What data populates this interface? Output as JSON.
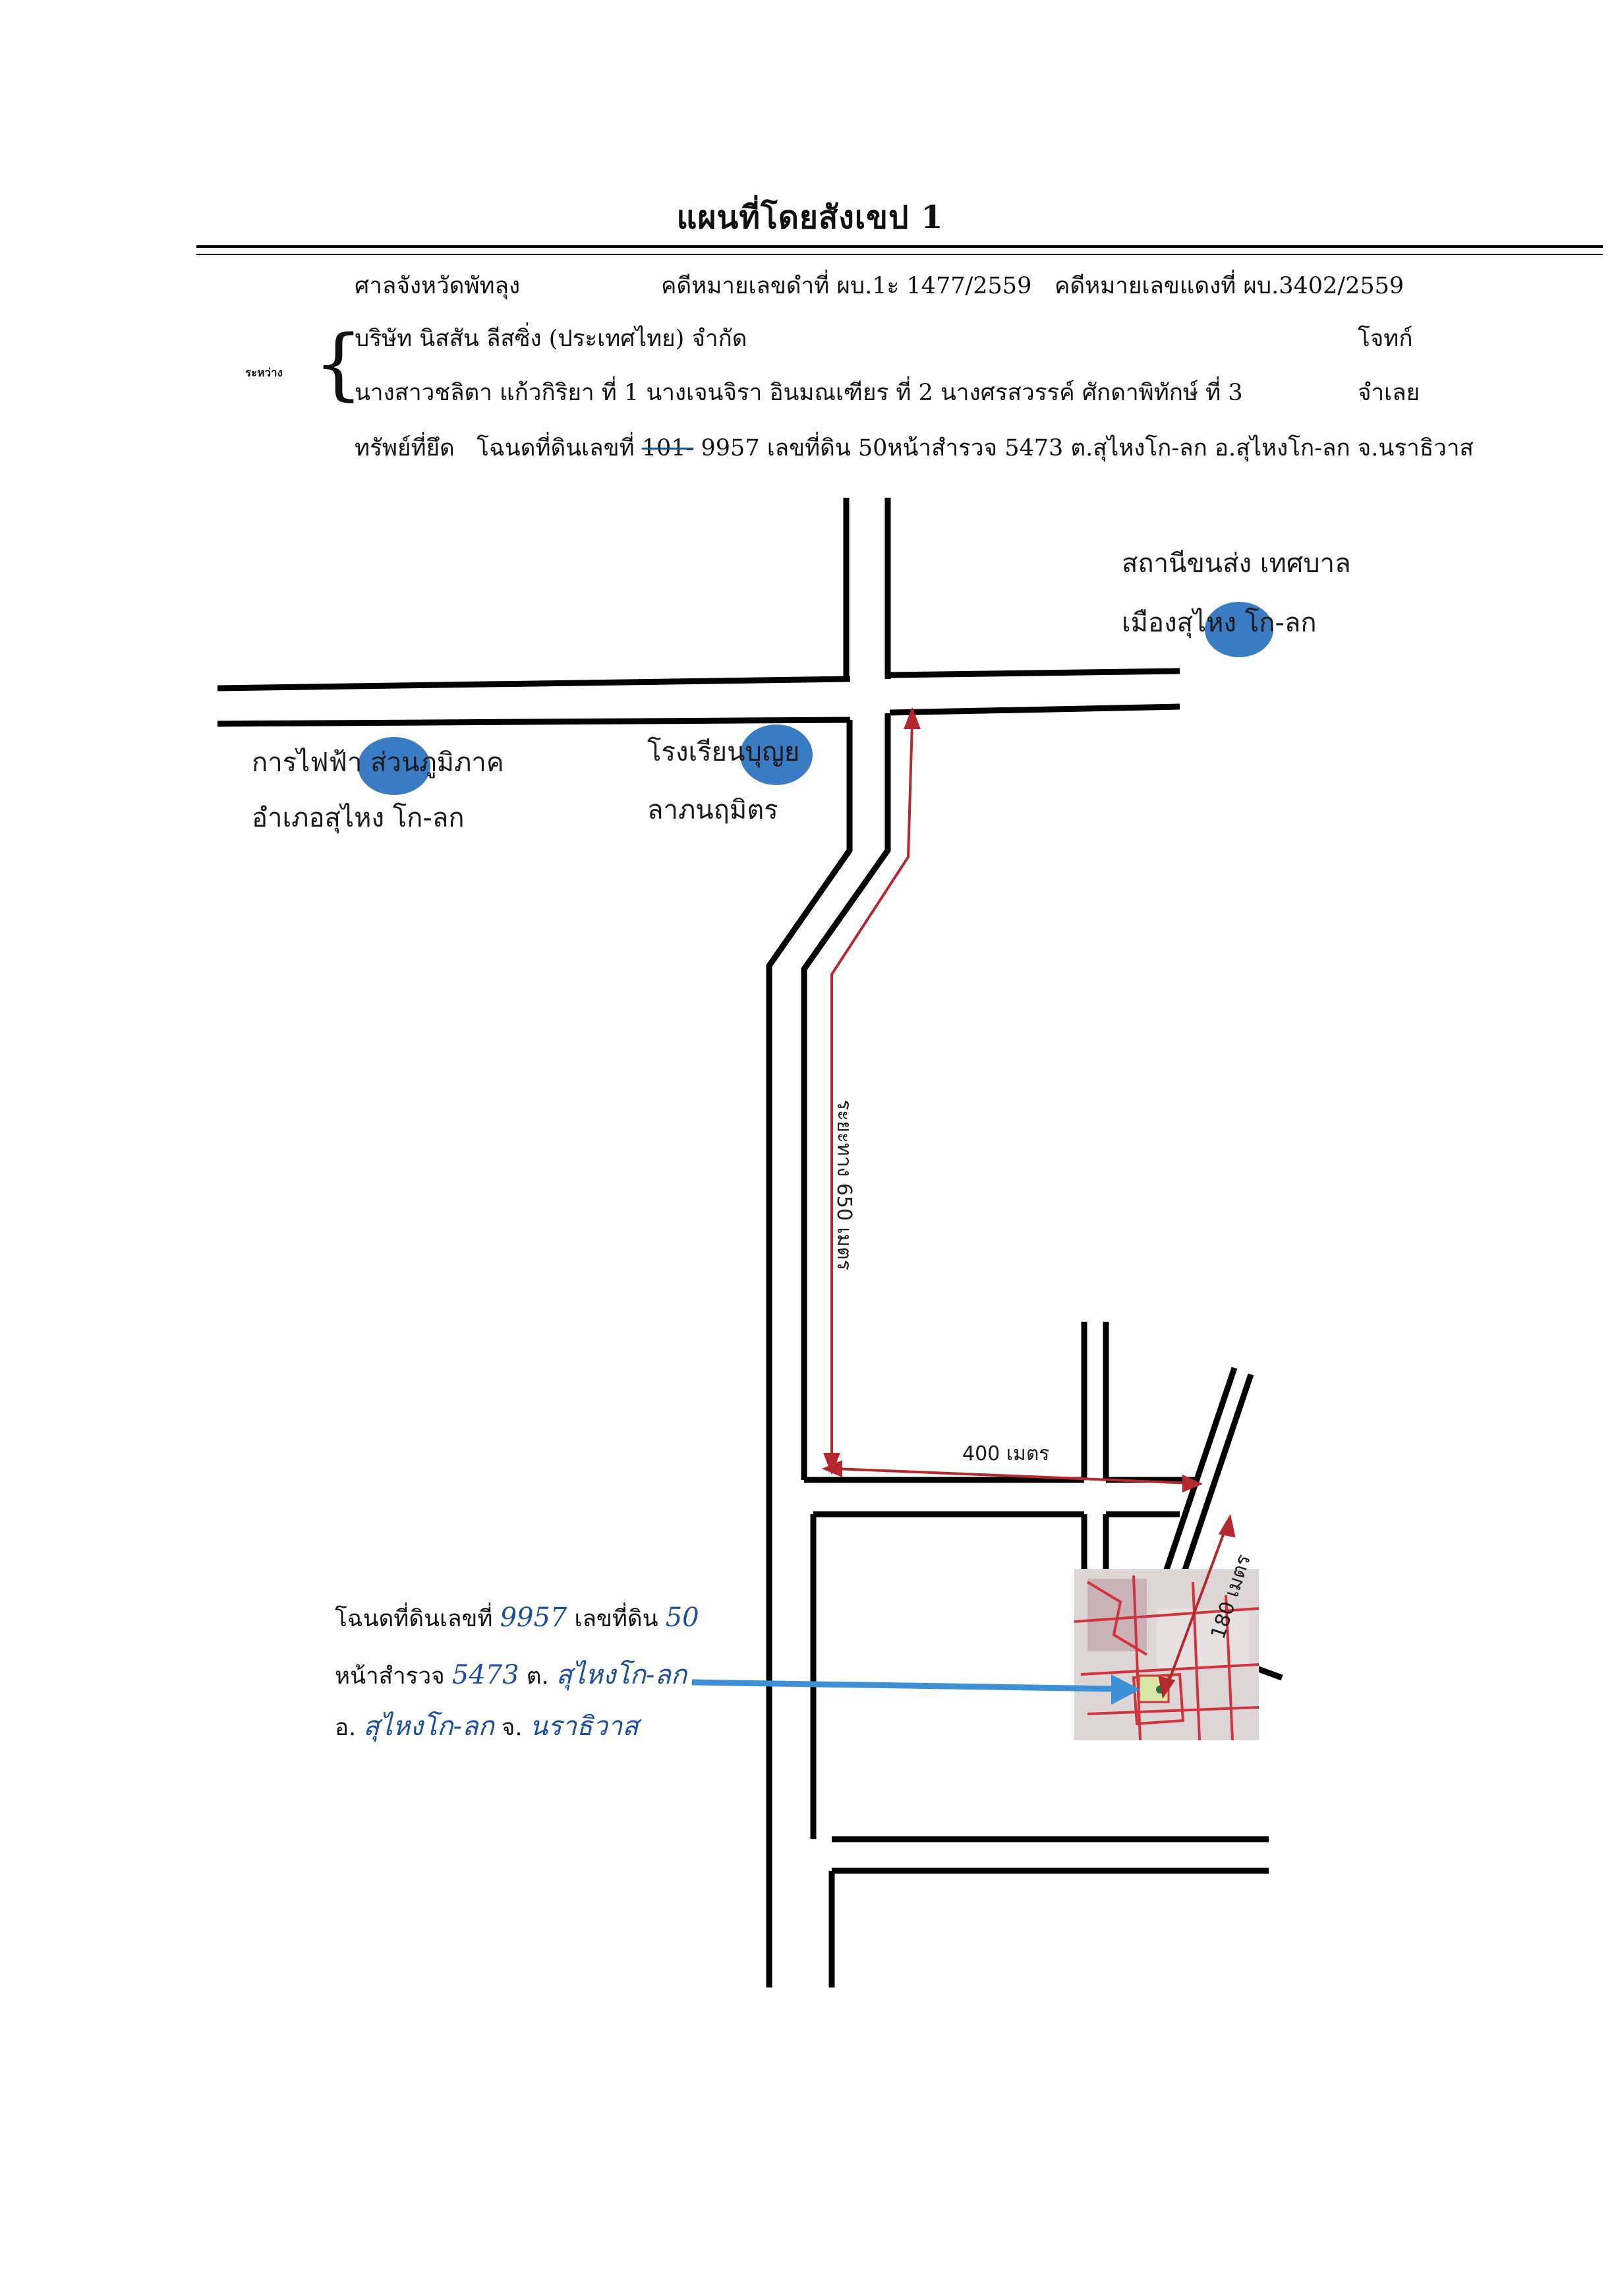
{
  "title": "แผนที่โดยสังเขป 1",
  "header": {
    "court": "ศาลจังหวัดพัทลุง",
    "black_case": "คดีหมายเลขดำที่ ผบ.1ะ 1477/2559",
    "red_case": "คดีหมายเลขแดงที่ ผบ.3402/2559",
    "between_label": "ระหว่าง",
    "plaintiff": "บริษัท นิสสัน ลีสซิ่ง (ประเทศไทย) จำกัด",
    "plaintiff_role": "โจทก์",
    "defendants": "นางสาวชลิตา แก้วกิริยา ที่ 1 นางเจนจิรา อินมณเฑียร ที่ 2 นางศรสวรรค์ ศักดาพิทักษ์ ที่ 3",
    "defendant_role": "จำเลย",
    "property_label": "ทรัพย์ที่ยึด",
    "property_prefix": "โฉนดที่ดินเลขที่",
    "property_struck": "101-",
    "property_rest": "9957 เลขที่ดิน 50หน้าสำรวจ 5473 ต.สุไหงโก-ลก อ.สุไหงโก-ลก จ.นราธิวาส"
  },
  "landmarks": [
    {
      "id": "fire-station",
      "line1": "สถานีขนส่ง เทศบาล",
      "line2": "เมืองสุไหง โก-ลก"
    },
    {
      "id": "pea-office",
      "line1": "การไฟฟ้า ส่วนภูมิภาค",
      "line2": "อำเภอสุไหง โก-ลก"
    },
    {
      "id": "school",
      "line1": "โรงเรียนบุญย",
      "line2": "ลาภนฤมิตร"
    }
  ],
  "distances": {
    "vertical": "ระยะทาง 650 เมตร",
    "horizontal": "400 เมตร",
    "diagonal": "180 เมตร"
  },
  "parcel_note": {
    "line1_prefix": "โฉนดที่ดินเลขที่",
    "deed_no": "9957",
    "line1_mid": "เลขที่ดิน",
    "land_no": "50",
    "line2_prefix": "หน้าสำรวจ",
    "survey_page": "5473",
    "tambon_prefix": "ต.",
    "tambon": "สุไหงโก-ลก",
    "amphoe_prefix": "อ.",
    "amphoe": "สุไหงโก-ลก",
    "province_prefix": "จ.",
    "province": "นราธิวาส"
  },
  "colors": {
    "road": "#000000",
    "route": "#b4282e",
    "landmark_dot": "#3a7cc4",
    "pointer": "#3d8fd6",
    "handwriting": "#1d4f9c"
  }
}
